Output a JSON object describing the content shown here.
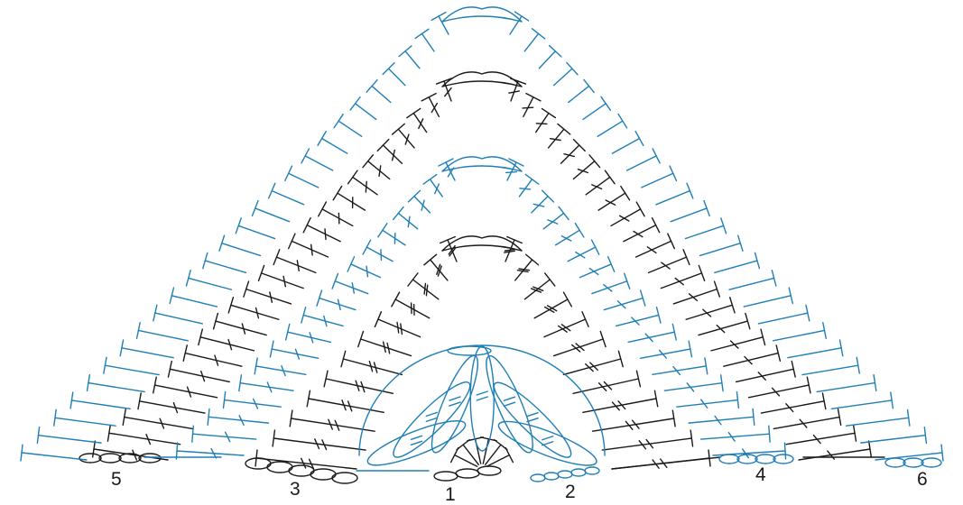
{
  "diagram": {
    "colors": {
      "blue": "#1f7fb6",
      "black": "#1a1a1a"
    },
    "row_labels": [
      "1",
      "2",
      "3",
      "4",
      "5",
      "6"
    ],
    "row_colors": {
      "1": "#1a1a1a",
      "2": "#1f7fb6",
      "3": "#1a1a1a",
      "4": "#1f7fb6",
      "5": "#1a1a1a",
      "6": "#1f7fb6"
    }
  }
}
